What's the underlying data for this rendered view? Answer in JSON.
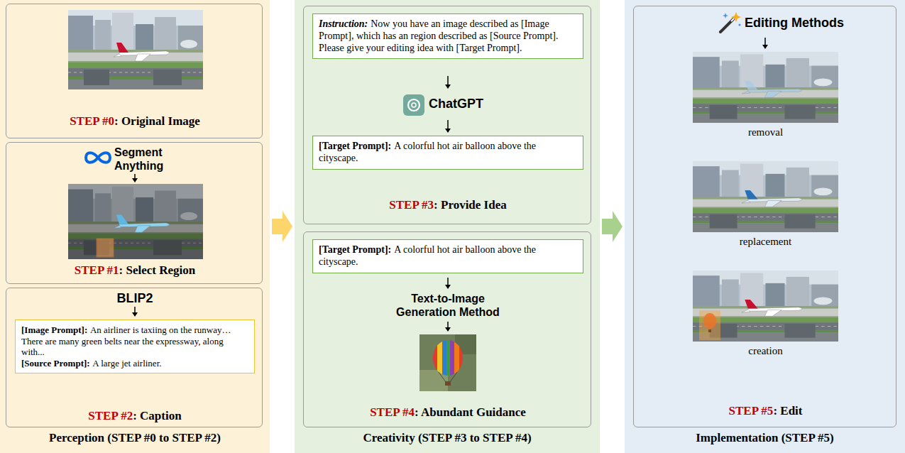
{
  "diagram": {
    "nodes": [
      {
        "text": [
          "Perception (STEP #0 to STEP #2)"
        ]
      },
      {
        "text": [
          "STEP #0",
          ": Original Image"
        ],
        "in": 0
      },
      {
        "text": [
          "Segment Anything",
          "STEP #1",
          ": Select Region"
        ],
        "in": 0
      },
      {
        "text": [
          "BLIP2",
          "STEP #2",
          ": Caption"
        ],
        "in": 0
      },
      {
        "text": [
          "[Image Prompt]:",
          "An airliner is taxiing on the runway… There are many green belts near the expressway, along with...",
          "[Source Prompt]:",
          "A large jet airliner."
        ],
        "in": 3
      },
      {
        "text": [
          "Creativity (STEP #3 to STEP #4)"
        ]
      },
      {
        "text": [
          "ChatGPT",
          "STEP #3",
          ": Provide Idea"
        ],
        "in": 5
      },
      {
        "text": [
          "Instruction:",
          "Now you have an image described as [Image Prompt], which has an region described as [Source Prompt]. Please give your editing idea with [Target Prompt]."
        ],
        "in": 6
      },
      {
        "text": [
          "[Target Prompt]:",
          "A colorful hot air balloon above the cityscape."
        ],
        "in": 6
      },
      {
        "text": [
          "Text-to-Image Generation Method",
          "STEP #4",
          ": Abundant Guidance"
        ],
        "in": 5
      },
      {
        "text": [
          "[Target Prompt]:",
          "A colorful hot air balloon above the cityscape."
        ],
        "in": 9
      },
      {
        "text": [
          "Implementation (STEP #5)"
        ]
      },
      {
        "text": [
          "Editing Methods",
          "STEP #5",
          ": Edit"
        ],
        "in": 11
      }
    ],
    "edges": [
      {
        "from": 0,
        "to": 5,
        "arrow": "to"
      },
      {
        "from": 5,
        "to": 11,
        "arrow": "to"
      }
    ],
    "labels": [
      "removal",
      "replacement",
      "creation"
    ]
  }
}
